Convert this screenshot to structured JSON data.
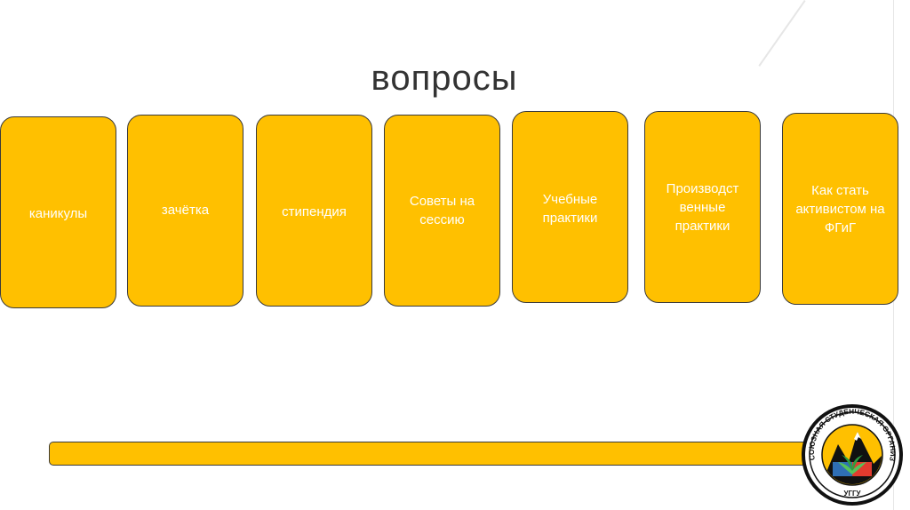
{
  "slide": {
    "title": "вопросы",
    "cards": [
      {
        "label": "каникулы"
      },
      {
        "label": "зачётка"
      },
      {
        "label": "стипендия"
      },
      {
        "label": "Советы на сессию"
      },
      {
        "label": "Учебные практики"
      },
      {
        "label": "Производст венные практики"
      },
      {
        "label": "Как стать активистом на ФГиГ"
      }
    ]
  },
  "logo": {
    "ring_text": "ПРОФСОЮЗНАЯ СТУДЕНЧЕСКАЯ ОРГАНИЗАЦИЯ",
    "bottom_text": "УГГУ"
  },
  "colors": {
    "card_fill": "#ffc000",
    "card_border": "#3a3a3a",
    "title": "#333333"
  }
}
